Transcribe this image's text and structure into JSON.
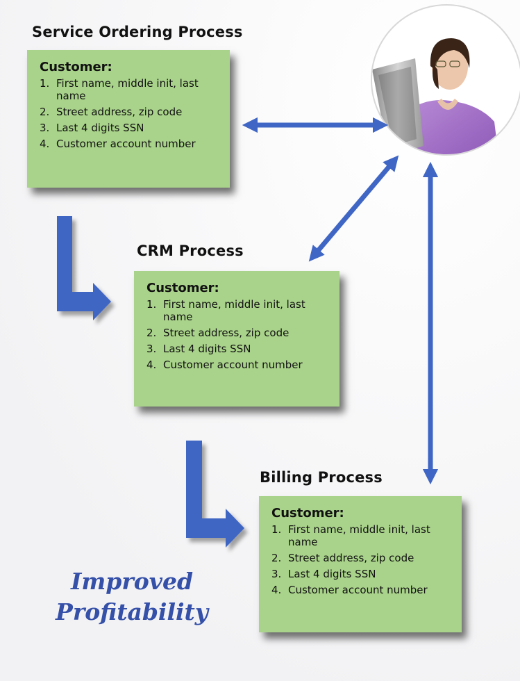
{
  "service_ordering": {
    "heading": "Service Ordering Process",
    "title": "Customer:",
    "items": [
      {
        "num": "1.",
        "text": "First name, middle init, last name"
      },
      {
        "num": "2.",
        "text": "Street address, zip code"
      },
      {
        "num": "3.",
        "text": "Last 4 digits SSN"
      },
      {
        "num": "4.",
        "text": "Customer account number"
      }
    ]
  },
  "crm": {
    "heading": "CRM Process",
    "title": "Customer:",
    "items": [
      {
        "num": "1.",
        "text": "First name, middle init, last name"
      },
      {
        "num": "2.",
        "text": "Street address, zip code"
      },
      {
        "num": "3.",
        "text": "Last 4 digits SSN"
      },
      {
        "num": "4.",
        "text": "Customer account number"
      }
    ]
  },
  "billing": {
    "heading": "Billing Process",
    "title": "Customer:",
    "items": [
      {
        "num": "1.",
        "text": "First name, middle init, last name"
      },
      {
        "num": "2.",
        "text": "Street address, zip code"
      },
      {
        "num": "3.",
        "text": "Last 4 digits SSN"
      },
      {
        "num": "4.",
        "text": "Customer account number"
      }
    ]
  },
  "tagline": {
    "line1": "Improved",
    "line2": "Profitability"
  },
  "colors": {
    "box": "#a9d38a",
    "arrow": "#3f66c4",
    "tagline": "#3550a8"
  }
}
